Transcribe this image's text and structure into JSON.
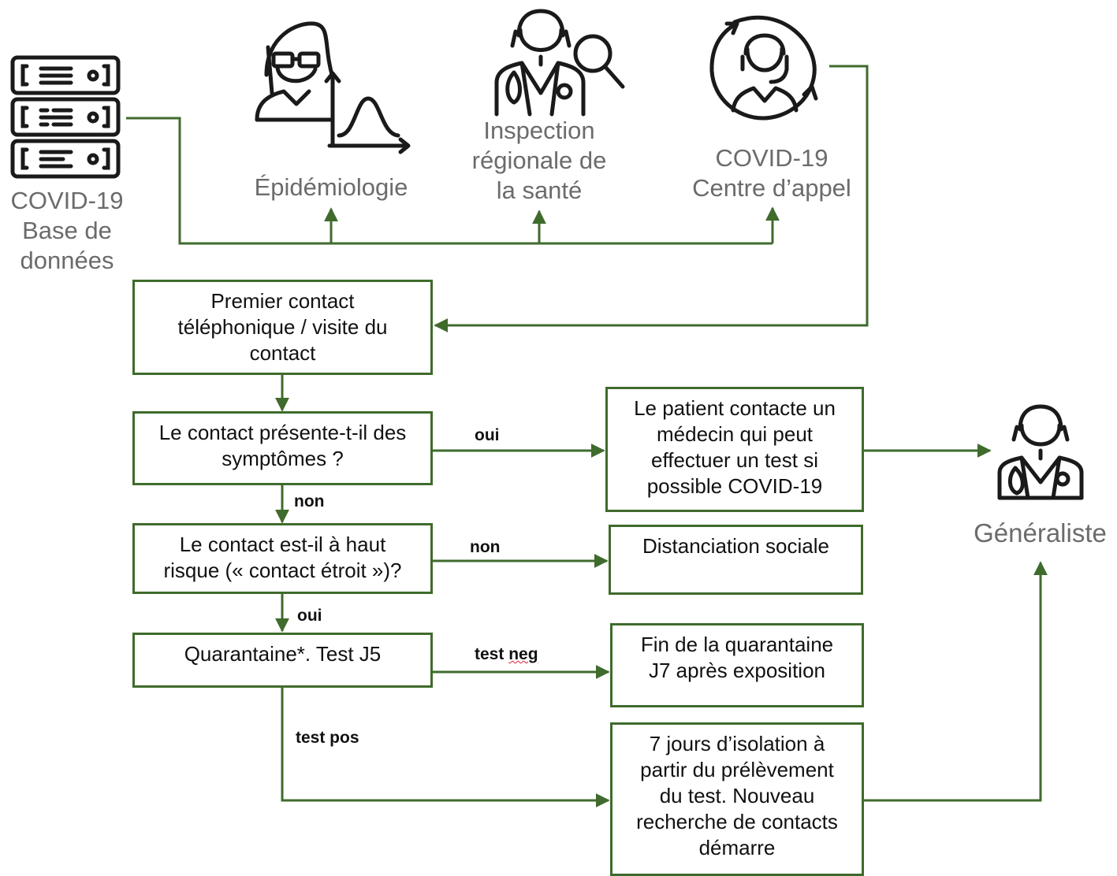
{
  "colors": {
    "line": "#3f6b2c",
    "icon": "#1a1a1a",
    "label": "#6b6b6b"
  },
  "icons": {
    "database": {
      "name": "server-database-icon",
      "label": "COVID-19\nBase de\ndonnées"
    },
    "epidemiology": {
      "name": "epidemiologist-chart-icon",
      "label": "Épidémiologie"
    },
    "inspection": {
      "name": "doctor-magnifier-icon",
      "label": "Inspection\nrégionale de\nla santé"
    },
    "call_center": {
      "name": "call-center-agent-icon",
      "label": "COVID-19\nCentre d’appel"
    },
    "generalist": {
      "name": "doctor-stethoscope-icon",
      "label": "Généraliste"
    }
  },
  "nodes": {
    "first_contact": "Premier contact\ntéléphonique / visite du\ncontact",
    "symptoms": "Le contact présente-t-il des\nsymptômes ?",
    "patient_doctor": "Le patient contacte un\nmédecin qui peut\neffectuer un test si\npossible COVID-19",
    "high_risk": "Le contact est-il à haut\nrisque (« contact étroit »)?",
    "social_distancing": "Distanciation sociale",
    "quarantine": "Quarantaine*. Test J5",
    "end_quarantine": "Fin de la quarantaine\nJ7 après exposition",
    "isolation": "7 jours d’isolation à\npartir du prélèvement\ndu test. Nouveau\nrecherche de contacts\ndémarre"
  },
  "edges": {
    "symptoms_yes": "oui",
    "symptoms_no": "non",
    "risk_no": "non",
    "risk_yes": "oui",
    "test_neg_prefix": "test ",
    "test_neg_word": "neg",
    "test_pos": "test pos"
  }
}
